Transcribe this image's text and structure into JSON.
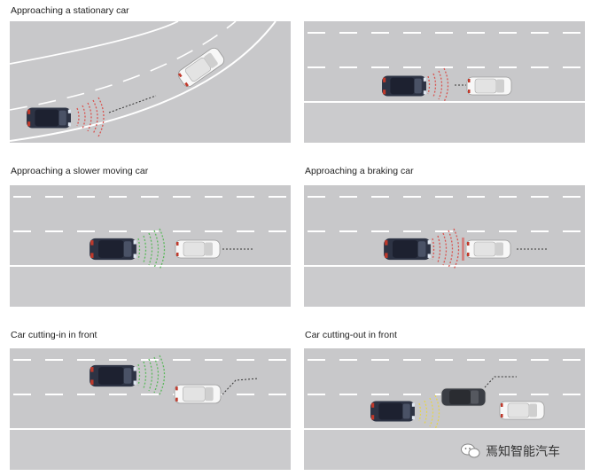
{
  "panels": [
    {
      "caption": "Approaching a stationary car"
    },
    {
      "caption": "Approaching a stationary car"
    },
    {
      "caption": "Approaching a slower moving car"
    },
    {
      "caption": "Approaching a braking car"
    },
    {
      "caption": "Car cutting-in in front"
    },
    {
      "caption": "Car cutting-out in front"
    }
  ],
  "watermark": {
    "text": "焉知智能汽车"
  },
  "colors": {
    "road": "#c8c8ca",
    "roadDark": "#b9b9bc",
    "lane": "#ffffff",
    "radarRed": "#d9534f",
    "radarGreen": "#5cb85c",
    "radarYellow": "#e6d44a",
    "egoCar": "#2d3344",
    "whiteCar": "#f4f4f4",
    "greyCar": "#3a3d44"
  }
}
